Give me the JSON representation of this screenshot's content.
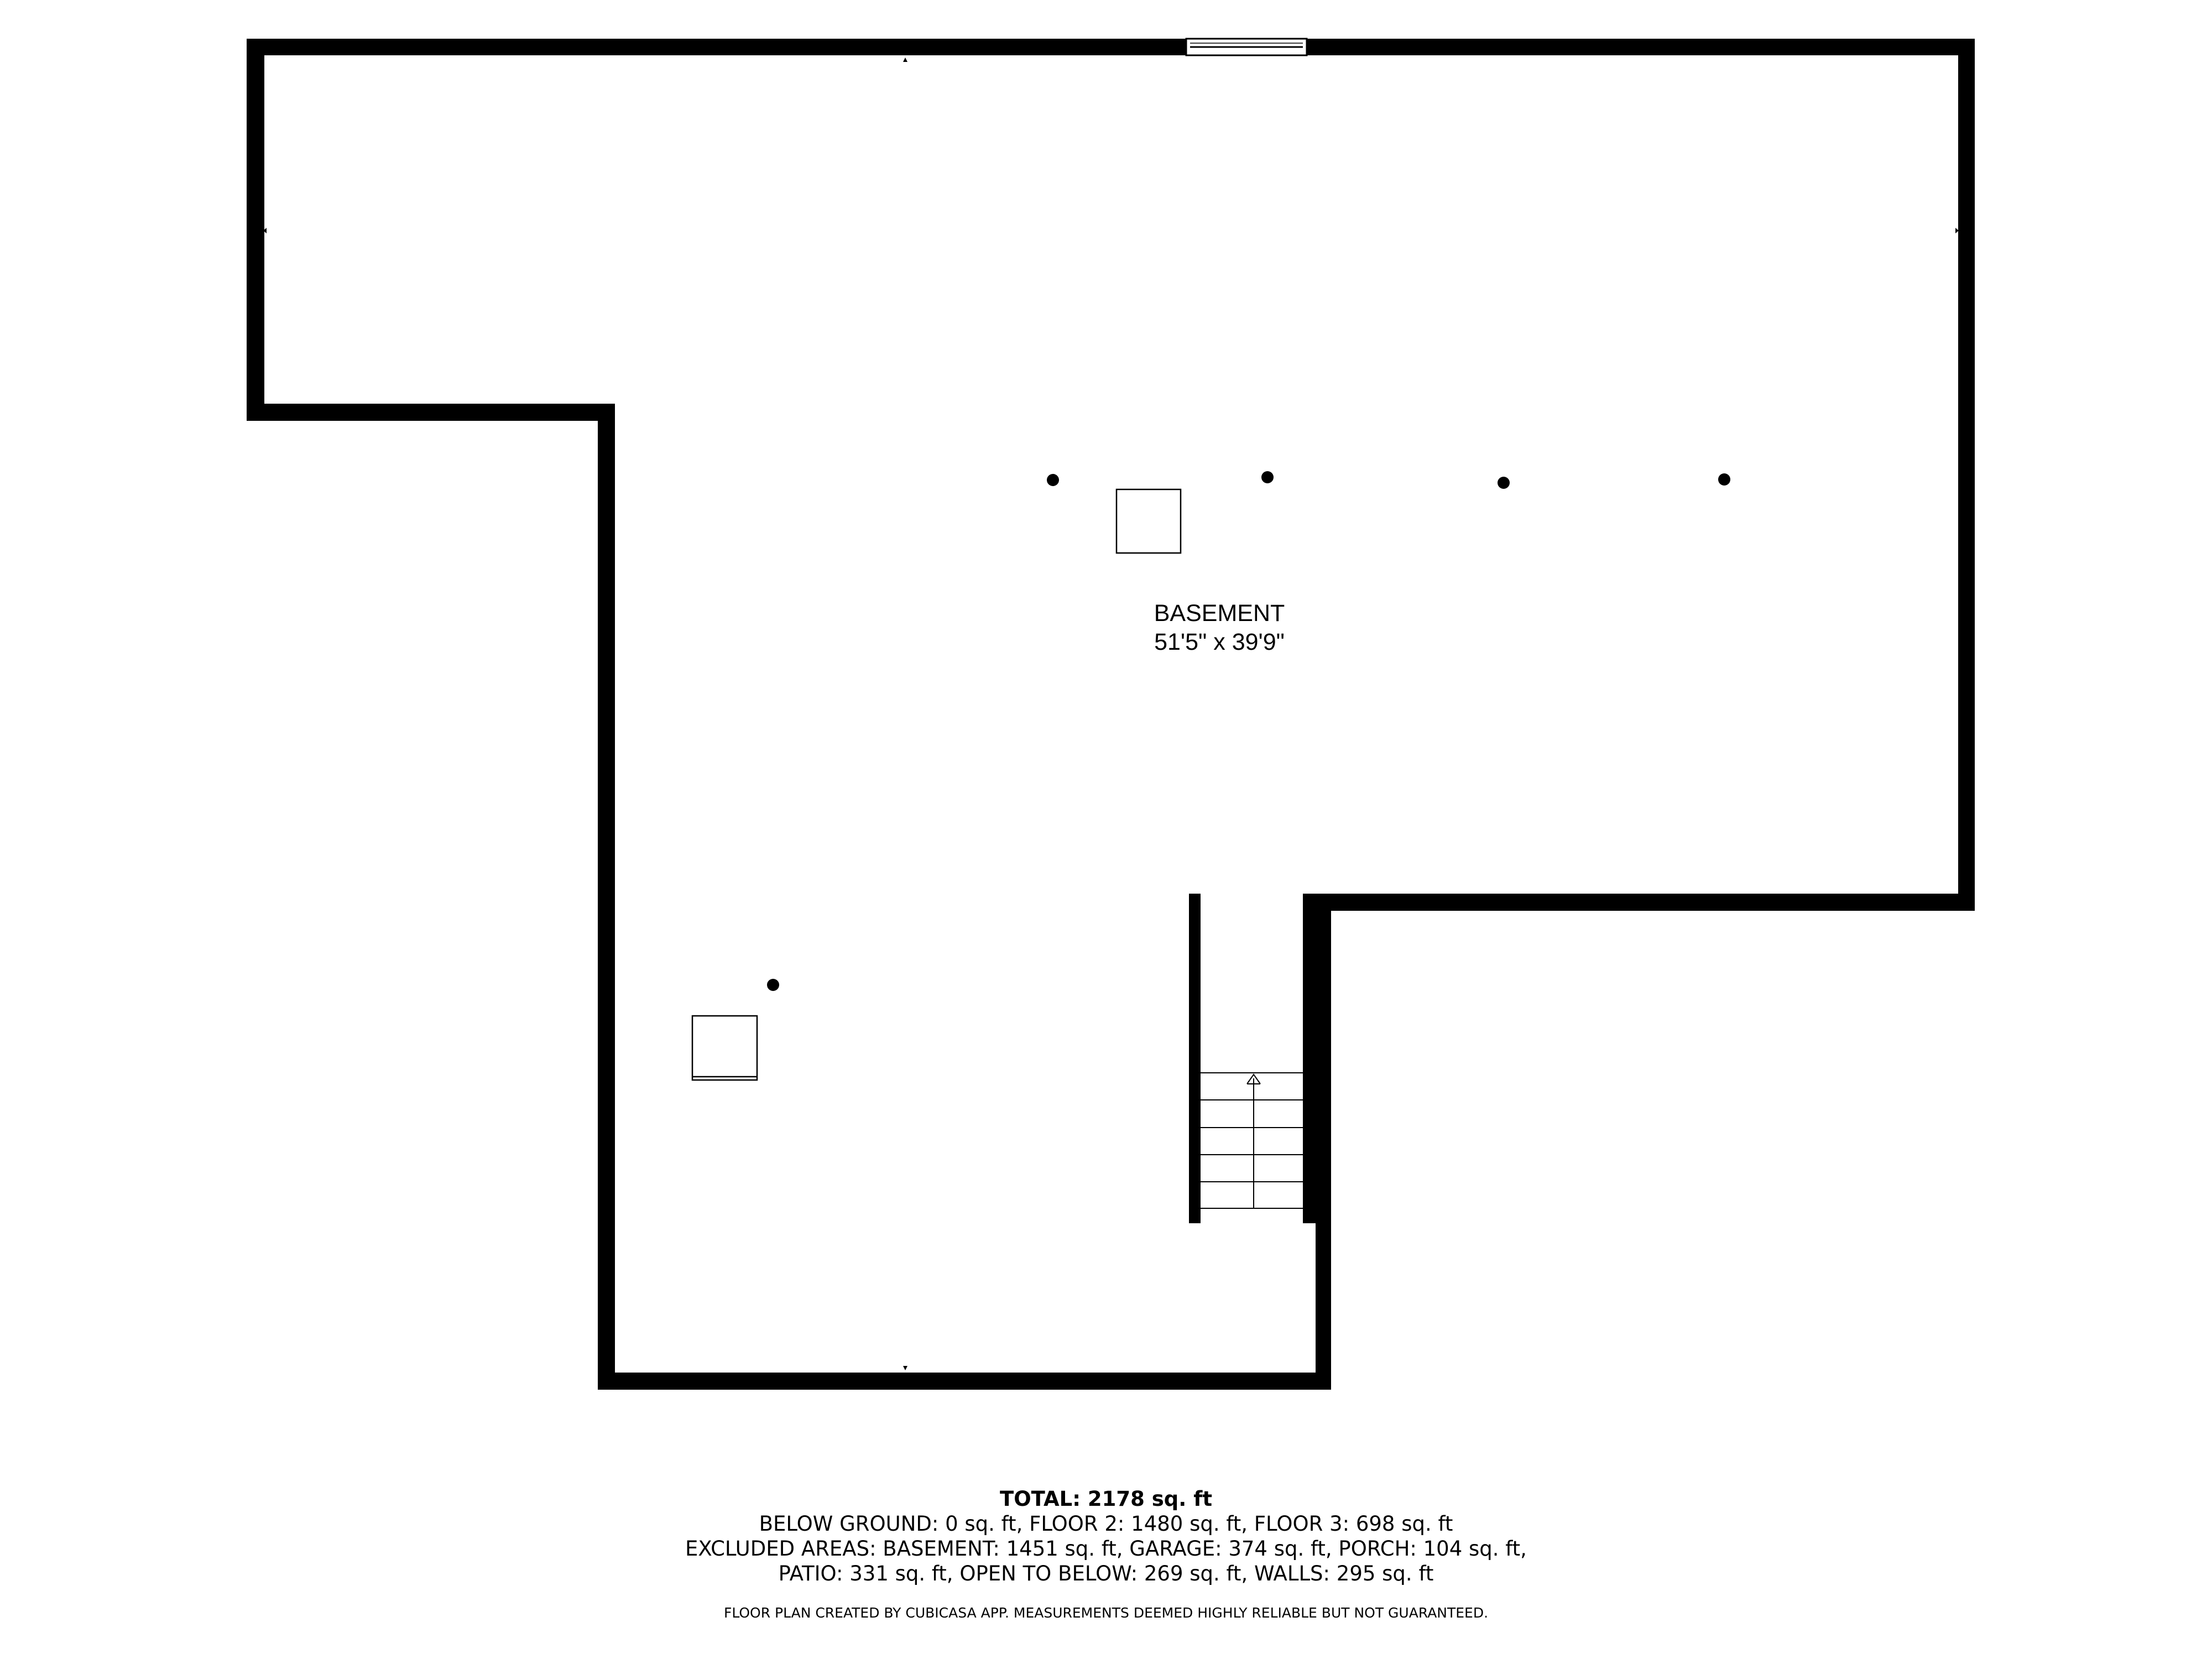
{
  "floor_plan": {
    "room": {
      "name": "BASEMENT",
      "dimensions": "51'5\" x 39'9\""
    },
    "summary": {
      "total": "TOTAL: 2178 sq. ft",
      "line1": "BELOW GROUND: 0 sq. ft, FLOOR 2: 1480 sq. ft, FLOOR 3: 698 sq. ft",
      "line2": "EXCLUDED AREAS: BASEMENT: 1451 sq. ft, GARAGE: 374 sq. ft, PORCH: 104 sq. ft,",
      "line3": "PATIO: 331 sq. ft, OPEN TO BELOW: 269 sq. ft, WALLS: 295 sq. ft"
    },
    "disclaimer": "FLOOR PLAN CREATED BY CUBICASA APP. MEASUREMENTS DEEMED HIGHLY RELIABLE BUT NOT GUARANTEED.",
    "colors": {
      "wall": "#000000",
      "background": "#ffffff"
    },
    "icons": [
      "support-post-icon",
      "window-icon",
      "stairs-icon",
      "up-arrow-icon",
      "fixture-box-icon",
      "dimension-marker-icon"
    ]
  }
}
